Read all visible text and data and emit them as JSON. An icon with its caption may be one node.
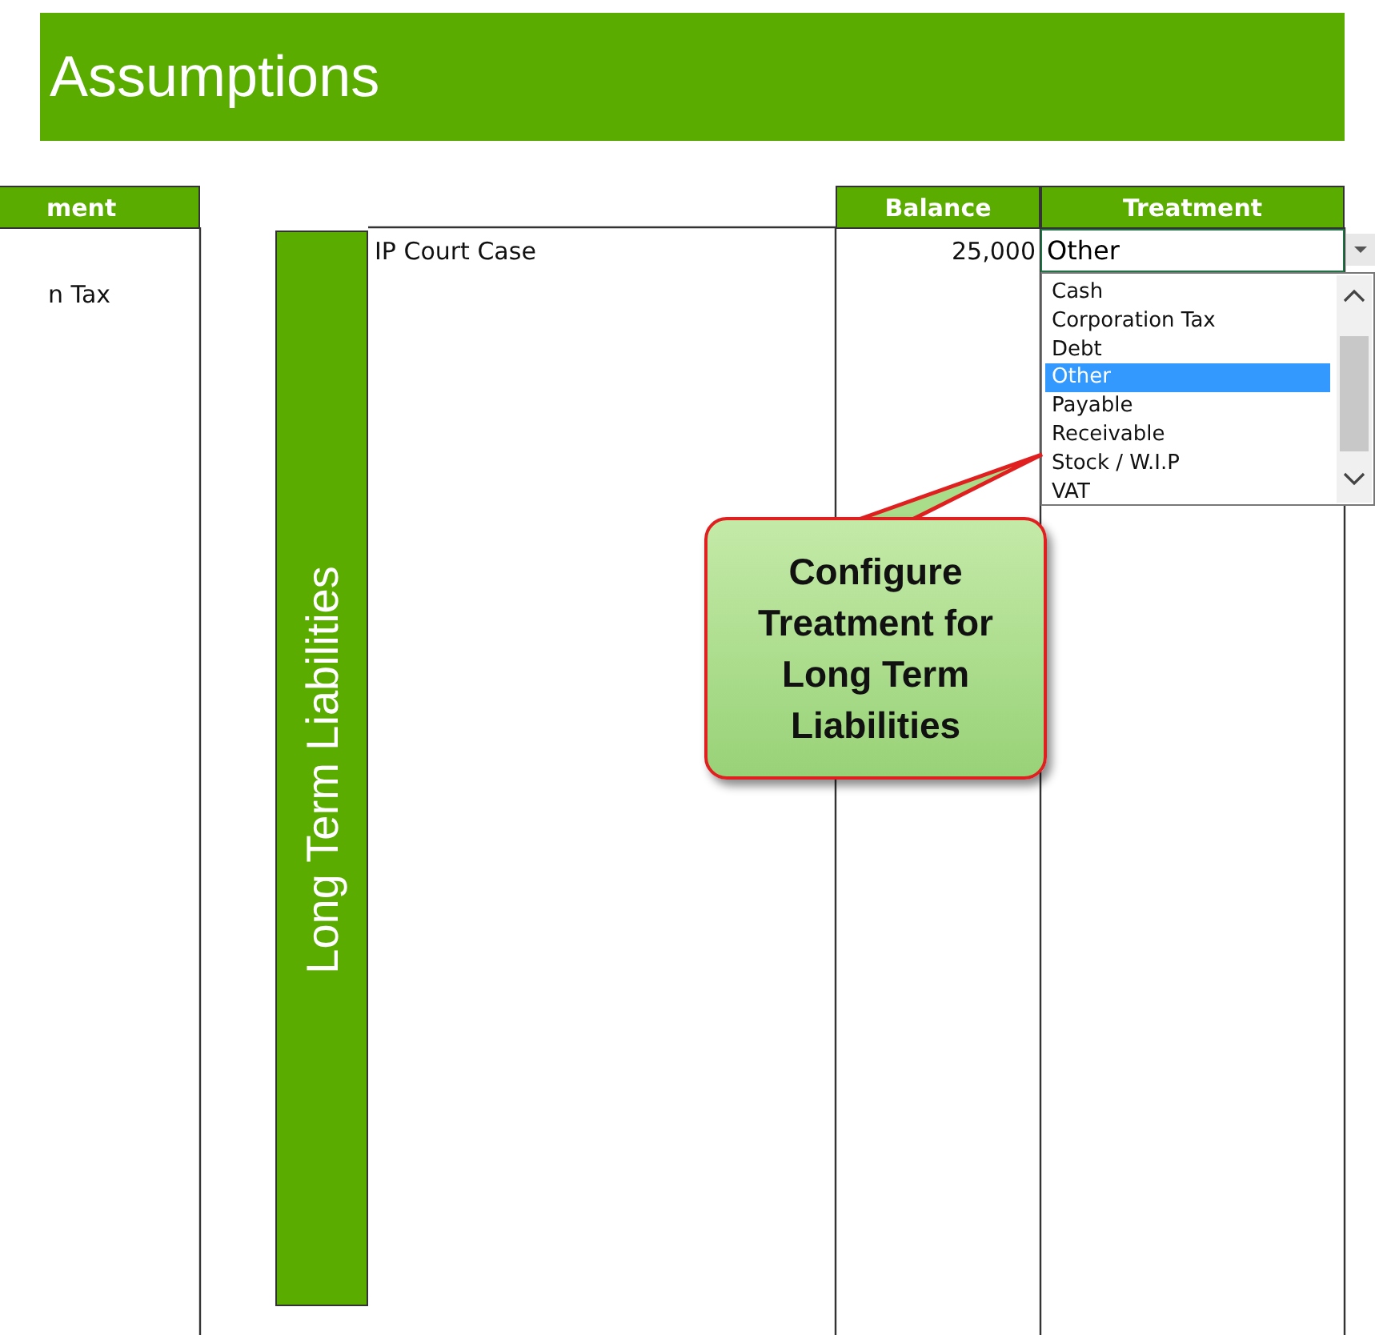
{
  "diagram": {
    "title": "Assumptions",
    "nodes": [
      {
        "text": [
          "Configure Treatment for Long Term Liabilities"
        ]
      },
      {
        "text": [
          "Cash",
          "Corporation Tax",
          "Debt",
          "Other",
          "Payable",
          "Receivable",
          "Stock / W.I.P",
          "VAT"
        ]
      }
    ],
    "edges": [
      {
        "from": 0,
        "to": 1,
        "arrow": "none"
      }
    ],
    "labels": [
      "ment",
      "Balance",
      "Treatment",
      "IP Court Case",
      "25,000",
      "Other",
      "n Tax",
      "Long Term Liabilities"
    ]
  }
}
